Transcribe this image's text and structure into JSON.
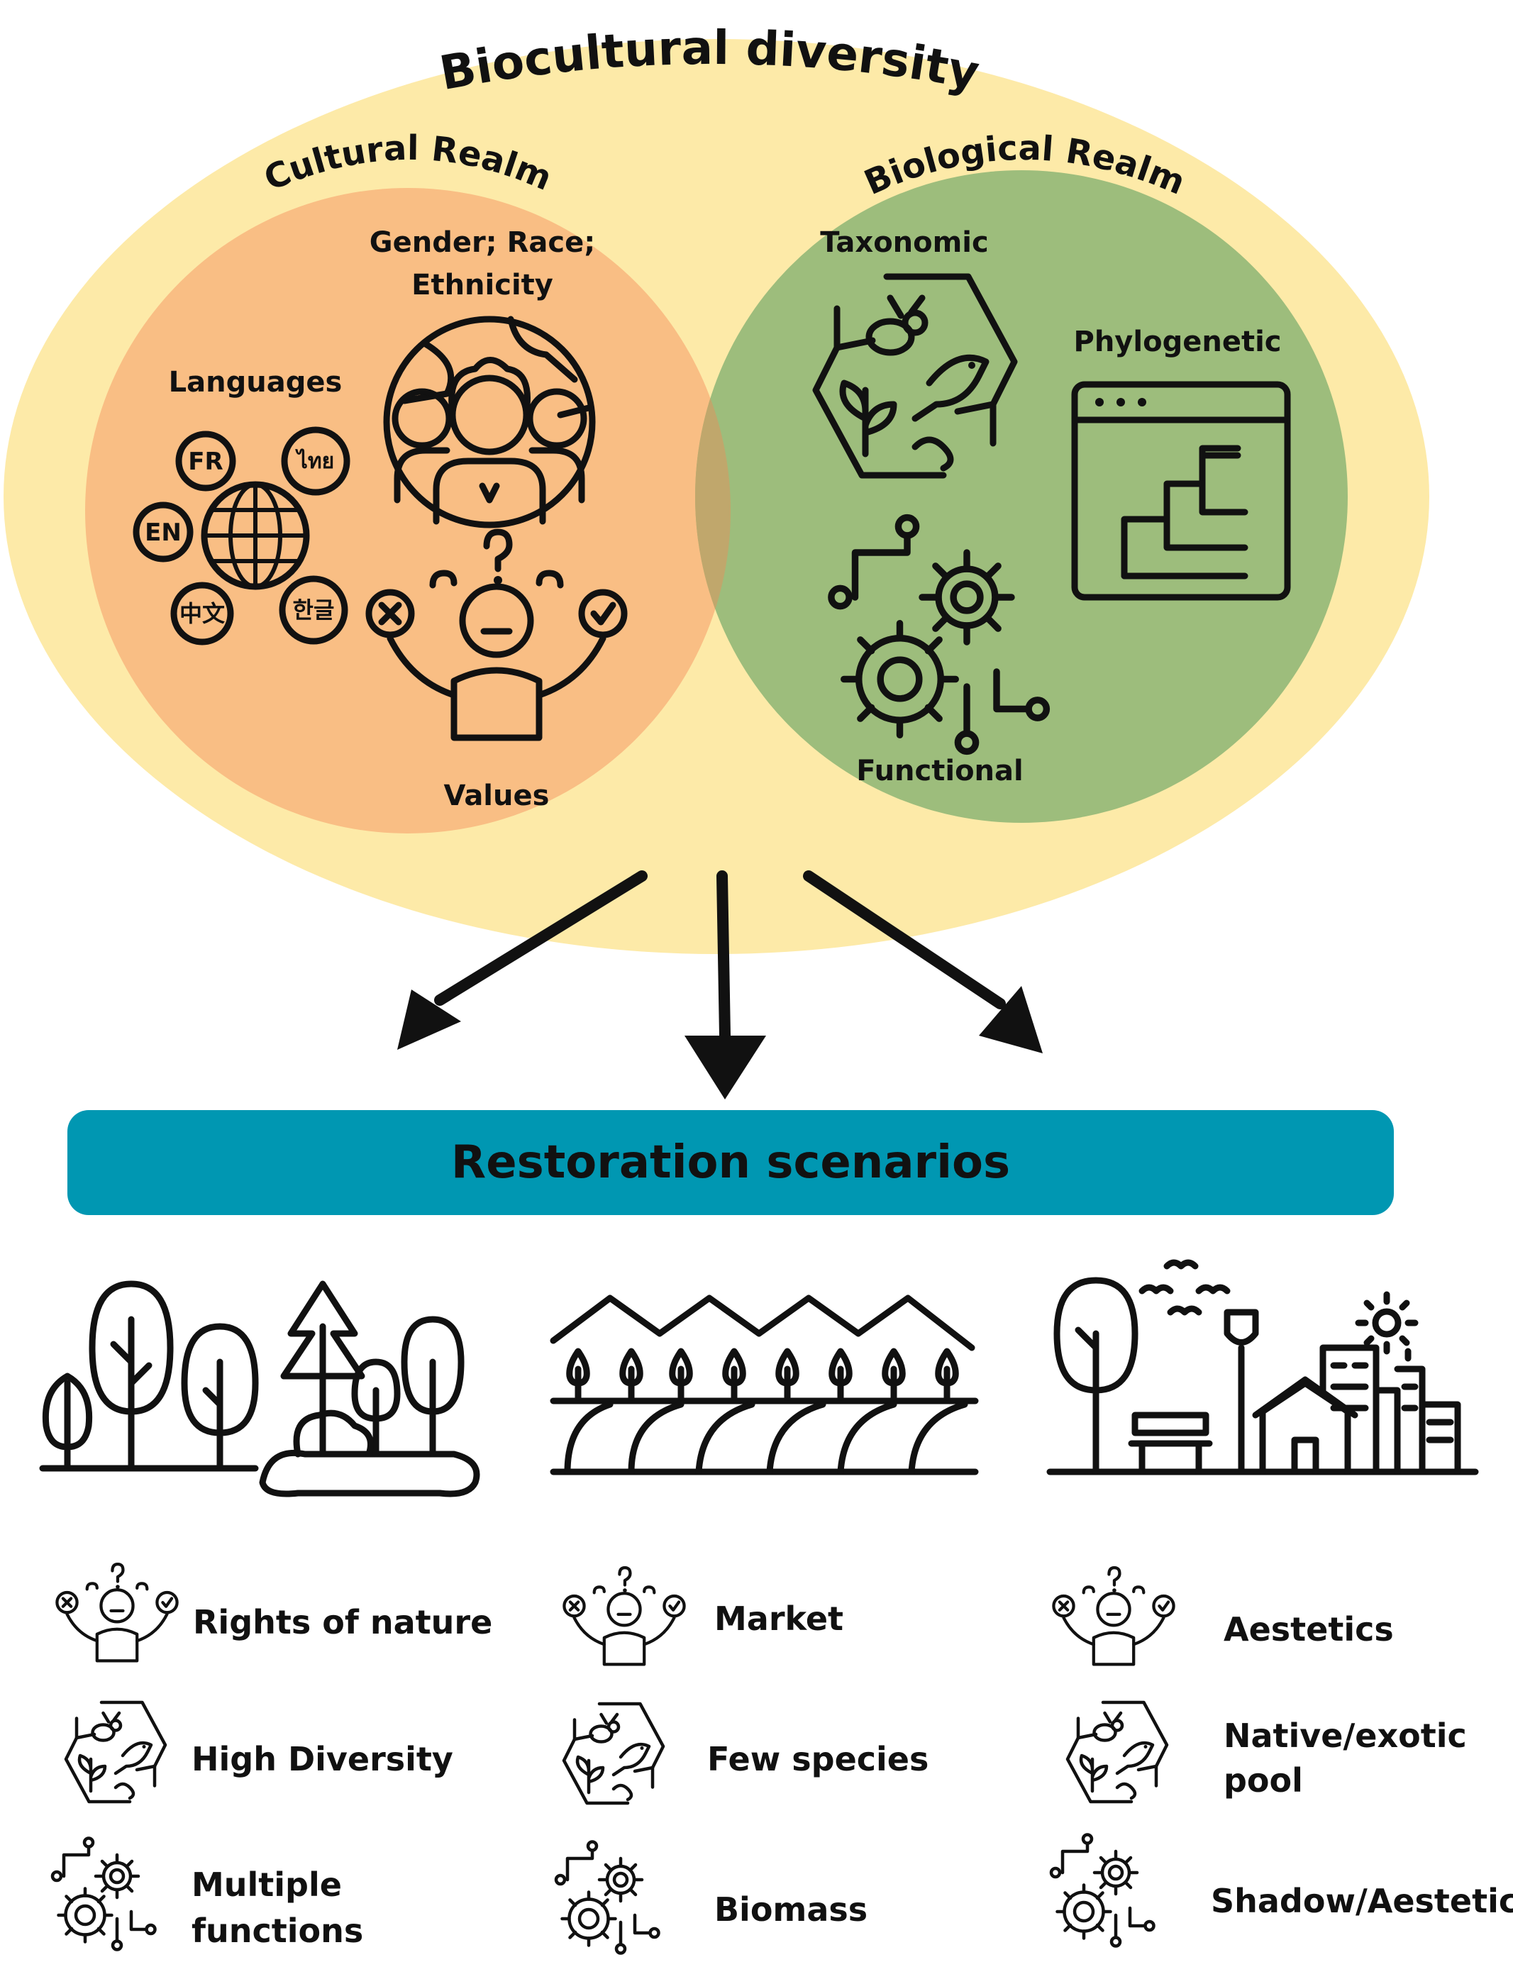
{
  "title": "Biocultural diversity",
  "cultural": {
    "heading": "Cultural Realm",
    "gender_line1": "Gender; Race;",
    "gender_line2": "Ethnicity",
    "languages": "Languages",
    "values": "Values",
    "bubbles": [
      "FR",
      "ไทย",
      "EN",
      "中文",
      "한글"
    ]
  },
  "biological": {
    "heading": "Biological Realm",
    "taxonomic": "Taxonomic",
    "phylogenetic": "Phylogenetic",
    "functional": "Functional"
  },
  "banner": "Restoration scenarios",
  "scenarios": [
    {
      "values_label": "Rights of nature",
      "taxonomic_label": "High Diversity",
      "functional_line1": "Multiple",
      "functional_line2": "functions"
    },
    {
      "values_label": "Market",
      "taxonomic_label": "Few species",
      "functional_line1": "Biomass",
      "functional_line2": ""
    },
    {
      "values_label": "Aestetics",
      "taxonomic_label_line1": "Native/exotic",
      "taxonomic_label_line2": "pool",
      "functional_line1": "Shadow/Aestetic",
      "functional_line2": ""
    }
  ],
  "colors": {
    "outer": "#fdeaa8",
    "cultural": "#f9be84",
    "biological": "#9dbd7c",
    "banner": "#0097b2"
  }
}
